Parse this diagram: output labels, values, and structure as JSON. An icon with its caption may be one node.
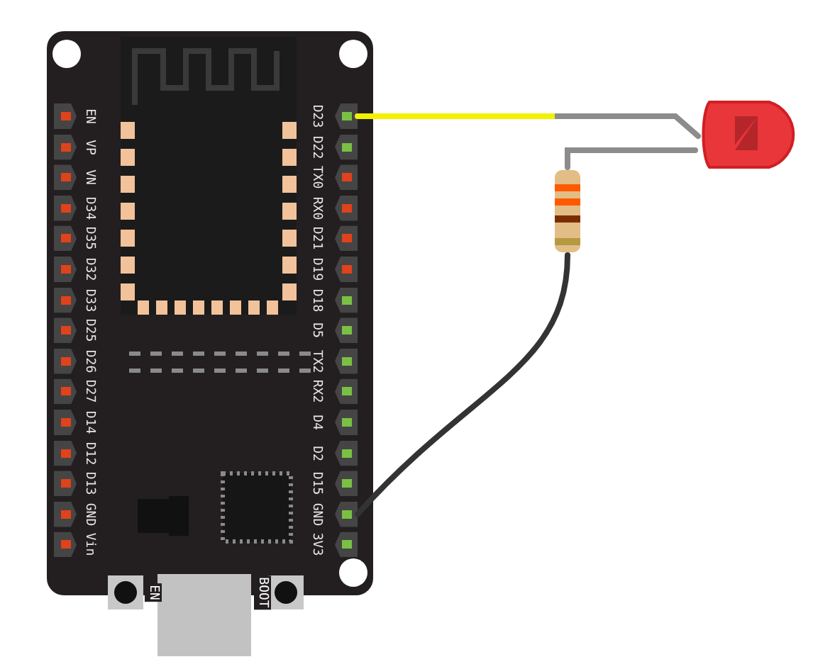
{
  "diagram": {
    "nodes": [
      {
        "text": [],
        "shape": "picture"
      },
      {
        "text": [
          "EN"
        ],
        "in": 0
      },
      {
        "text": [
          "VP"
        ],
        "in": 0
      },
      {
        "text": [
          "VN"
        ],
        "in": 0
      },
      {
        "text": [
          "D34"
        ],
        "in": 0
      },
      {
        "text": [
          "D35"
        ],
        "in": 0
      },
      {
        "text": [
          "D32"
        ],
        "in": 0
      },
      {
        "text": [
          "D33"
        ],
        "in": 0
      },
      {
        "text": [
          "D25"
        ],
        "in": 0
      },
      {
        "text": [
          "D26"
        ],
        "in": 0
      },
      {
        "text": [
          "D27"
        ],
        "in": 0
      },
      {
        "text": [
          "D14"
        ],
        "in": 0
      },
      {
        "text": [
          "D12"
        ],
        "in": 0
      },
      {
        "text": [
          "D13"
        ],
        "in": 0
      },
      {
        "text": [
          "GND"
        ],
        "in": 0
      },
      {
        "text": [
          "Vin"
        ],
        "in": 0
      },
      {
        "text": [
          "D23"
        ],
        "in": 0
      },
      {
        "text": [
          "D22"
        ],
        "in": 0
      },
      {
        "text": [
          "TX0"
        ],
        "in": 0
      },
      {
        "text": [
          "RX0"
        ],
        "in": 0
      },
      {
        "text": [
          "D21"
        ],
        "in": 0
      },
      {
        "text": [
          "D19"
        ],
        "in": 0
      },
      {
        "text": [
          "D18"
        ],
        "in": 0
      },
      {
        "text": [
          "D5"
        ],
        "in": 0
      },
      {
        "text": [
          "TX2"
        ],
        "in": 0
      },
      {
        "text": [
          "RX2"
        ],
        "in": 0
      },
      {
        "text": [
          "D4"
        ],
        "in": 0
      },
      {
        "text": [
          "D2"
        ],
        "in": 0
      },
      {
        "text": [
          "D15"
        ],
        "in": 0
      },
      {
        "text": [
          "GND"
        ],
        "in": 0
      },
      {
        "text": [
          "3V3"
        ],
        "in": 0
      },
      {
        "text": [],
        "shape": "picture"
      },
      {
        "text": [],
        "shape": "picture"
      }
    ],
    "edges": [
      {
        "from": 16,
        "to": 31,
        "arrow": "none",
        "color": "#f2f200"
      },
      {
        "from": 31,
        "to": 32,
        "arrow": "none",
        "color": "#8c8c8c"
      },
      {
        "from": 32,
        "to": 29,
        "arrow": "none",
        "color": "#333333"
      }
    ],
    "labels": [
      "EN",
      "BOOT"
    ]
  }
}
